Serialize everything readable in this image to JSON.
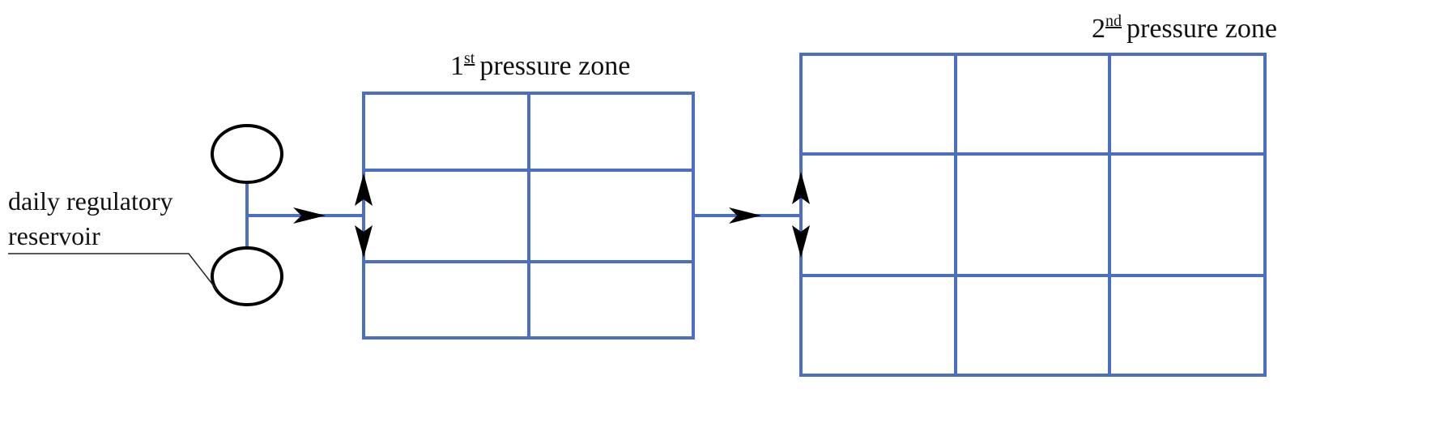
{
  "labels": {
    "zone1": {
      "ordinal": "1",
      "suffix": "st",
      "text": "pressure zone"
    },
    "zone2": {
      "ordinal": "2",
      "suffix": "nd",
      "text": "pressure zone"
    },
    "reservoir_line1": "daily regulatory",
    "reservoir_line2": "reservoir"
  },
  "zones": [
    {
      "name": "1st pressure zone",
      "rows": 3,
      "cols": 2
    },
    {
      "name": "2nd pressure zone",
      "rows": 3,
      "cols": 3
    }
  ],
  "colors": {
    "pipe": "#4a6fc4",
    "tank": "#000000",
    "arrow": "#000000"
  }
}
